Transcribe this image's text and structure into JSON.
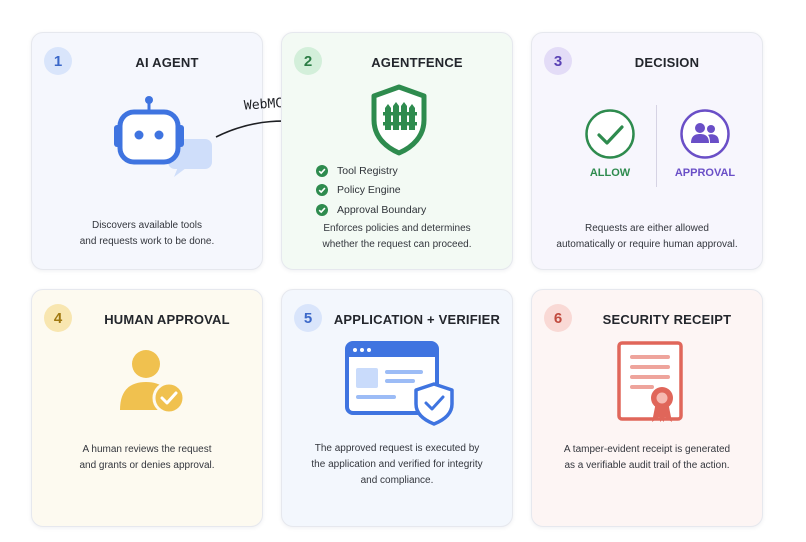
{
  "cards": [
    {
      "number": "1",
      "title": "AI AGENT",
      "description": [
        "Discovers available tools",
        "and requests work to be done."
      ],
      "accent": "#4a7ee8",
      "icon": "robot-icon"
    },
    {
      "number": "2",
      "title": "AGENTFENCE",
      "description": [
        "Enforces policies and determines",
        "whether the request can proceed."
      ],
      "accent": "#2e8b4e",
      "icon": "shield-fence-icon",
      "checklist": [
        "Tool Registry",
        "Policy Engine",
        "Approval Boundary"
      ]
    },
    {
      "number": "3",
      "title": "DECISION",
      "description": [
        "Requests are either allowed",
        "automatically or require human approval."
      ],
      "accent": "#6a4fc7",
      "options": [
        {
          "label": "ALLOW",
          "color": "#2e8b4e",
          "icon": "check-circle-icon"
        },
        {
          "label": "APPROVAL",
          "color": "#6a4fc7",
          "icon": "users-circle-icon"
        }
      ]
    },
    {
      "number": "4",
      "title": "HUMAN APPROVAL",
      "description": [
        "A human reviews the request",
        "and grants or denies approval."
      ],
      "accent": "#e8b53c",
      "icon": "user-check-icon"
    },
    {
      "number": "5",
      "title": "APPLICATION + VERIFIER",
      "description": [
        "The approved request is executed by",
        "the application and verified for integrity",
        "and compliance."
      ],
      "accent": "#4a7ee8",
      "icon": "browser-shield-icon"
    },
    {
      "number": "6",
      "title": "SECURITY RECEIPT",
      "description": [
        "A tamper-evident receipt is generated",
        "as a verifiable audit trail of the action."
      ],
      "accent": "#e0665a",
      "icon": "certificate-icon"
    }
  ],
  "arrow_label": "WebMCP"
}
